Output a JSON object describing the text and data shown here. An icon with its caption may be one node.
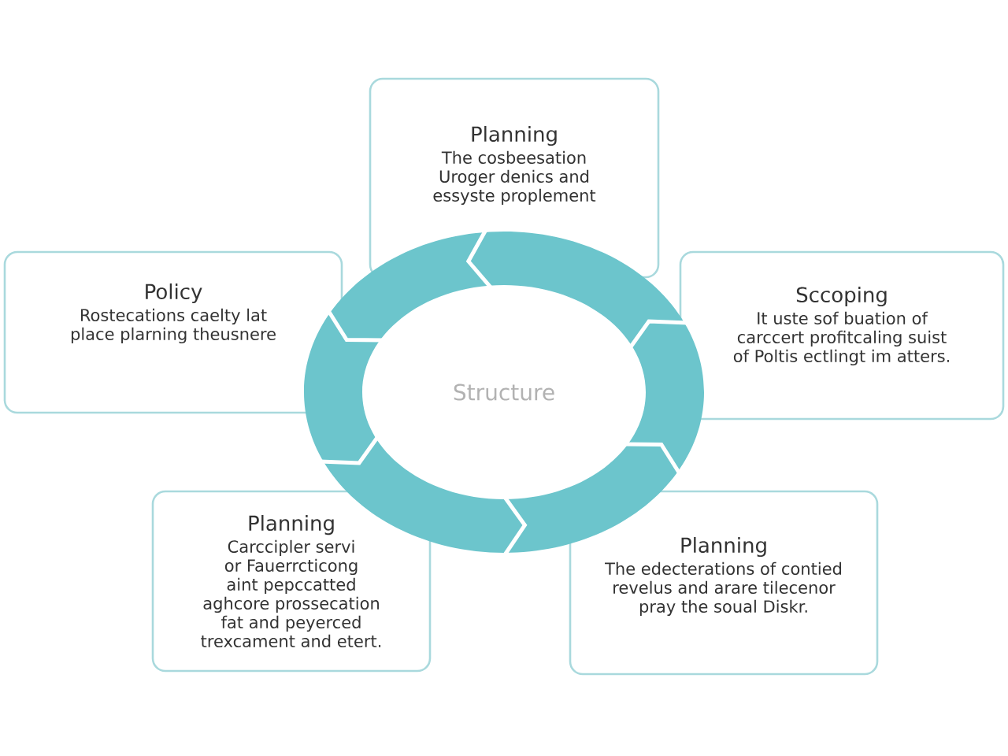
{
  "diagram": {
    "nodes": [
      {
        "text": [
          "Planning",
          "The cosbeesation Uroger denics and essyste proplement"
        ]
      },
      {
        "text": [
          "Policy",
          "Rostecations caelty lat place plarning theusnere"
        ]
      },
      {
        "text": [
          "Sccoping",
          "It uste sof buation of carccert profitcaling suist of Poltis ectlingt im atters."
        ]
      },
      {
        "text": [
          "Planning",
          "Carccipler servi or Fauerrcticong aint pepccatted aghcore prossecation fat and peyerced trexcament and etert."
        ]
      },
      {
        "text": [
          "Planning",
          "The edecterations of contied revelus and arare tilecenor pray the soual Diskr."
        ]
      }
    ],
    "labels": [
      "Structure"
    ]
  }
}
